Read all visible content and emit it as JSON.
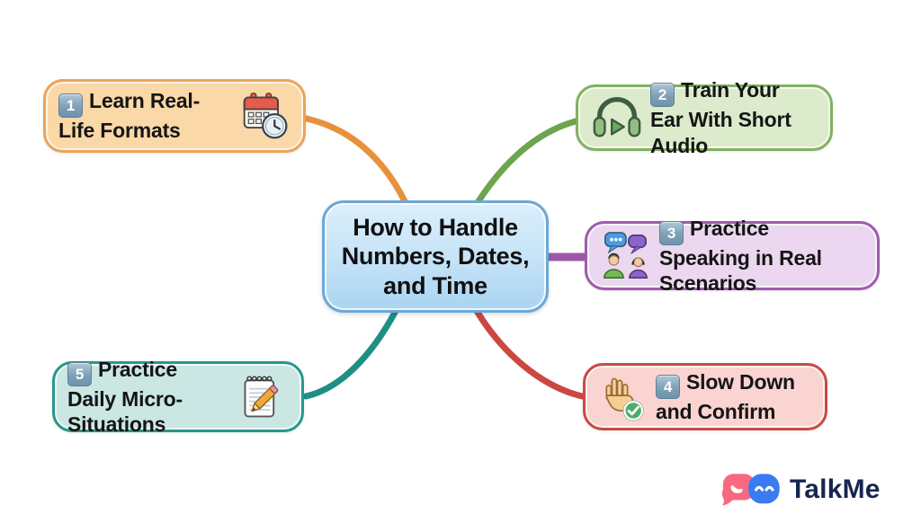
{
  "center": {
    "title": "How to Handle Numbers, Dates, and Time",
    "fill_top": "#DCEFFC",
    "fill_bottom": "#A9D4F1",
    "border": "#6BA8D8"
  },
  "nodes": [
    {
      "badge": "1",
      "label": "Learn Real-Life Formats",
      "icon": "calendar-clock-icon",
      "fill": "#FAD8A7",
      "border": "#E9A557",
      "connector": "#E8913C"
    },
    {
      "badge": "2",
      "label": "Train Your Ear With Short Audio",
      "icon": "headphones-play-icon",
      "fill": "#DCEBCB",
      "border": "#82B161",
      "connector": "#6CA54D"
    },
    {
      "badge": "3",
      "label": "Practice Speaking in Real Scenarios",
      "icon": "people-chat-icon",
      "fill": "#EBD7EF",
      "border": "#A05BAD",
      "connector": "#9C59A8"
    },
    {
      "badge": "4",
      "label": "Slow Down and Confirm",
      "icon": "hand-check-icon",
      "fill": "#F9D4D0",
      "border": "#C84B45",
      "connector": "#CB4742"
    },
    {
      "badge": "5",
      "label": "Practice Daily Micro-Situations",
      "icon": "notepad-pencil-icon",
      "fill": "#CBE7E3",
      "border": "#27988E",
      "connector": "#1D8F85"
    }
  ],
  "logo": {
    "text": "TalkMe",
    "pink": "#F8687E",
    "blue": "#3A7BF2",
    "text_color": "#17264F"
  }
}
